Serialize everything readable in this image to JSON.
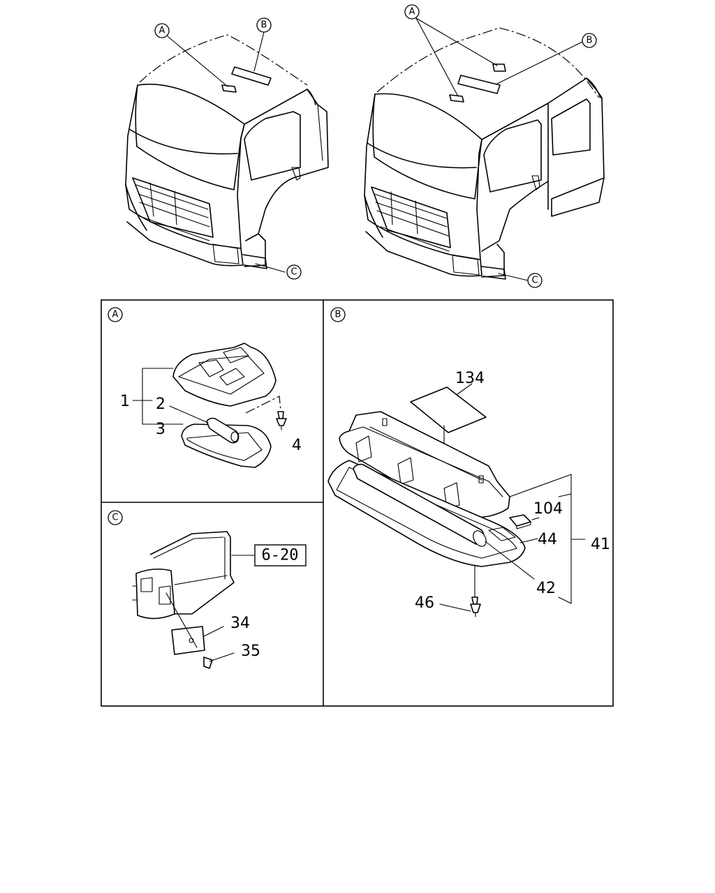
{
  "callouts": {
    "a": "A",
    "b": "B",
    "c": "C"
  },
  "panel_a": {
    "section": "A",
    "parts": [
      "1",
      "2",
      "3",
      "4"
    ]
  },
  "panel_b": {
    "section": "B",
    "parts": [
      "134",
      "104",
      "44",
      "41",
      "42",
      "46"
    ]
  },
  "panel_c": {
    "section": "C",
    "reference": "6-20",
    "parts": [
      "34",
      "35"
    ]
  }
}
